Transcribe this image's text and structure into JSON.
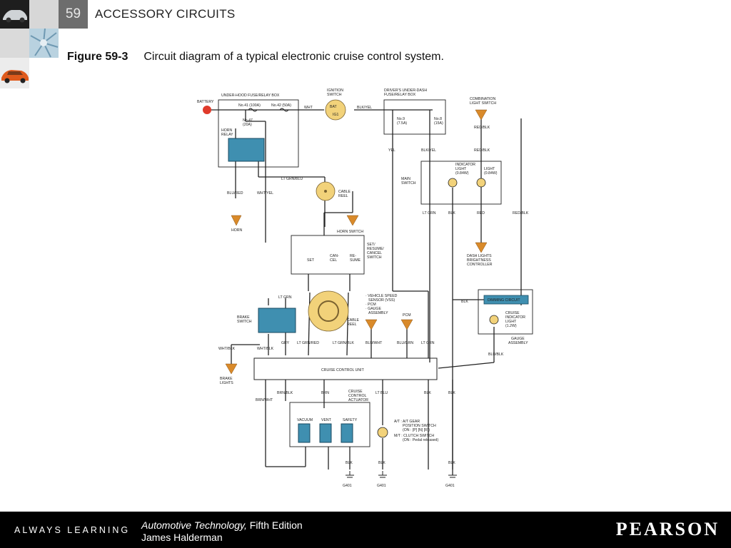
{
  "header": {
    "chapter_number": "59",
    "chapter_title": "ACCESSORY CIRCUITS"
  },
  "figure": {
    "label": "Figure 59-3",
    "caption": "Circuit diagram of a typical electronic cruise control system."
  },
  "diagram": {
    "battery": "BATTERY",
    "underhood_box": "UNDER-HOOD FUSE/RELAY BOX",
    "fuse_41": "No.41 (100A)",
    "fuse_42": "No.42 (50A)",
    "fuse_47_a": "No.47",
    "fuse_47_b": "(20A)",
    "horn_relay_a": "HORN",
    "horn_relay_b": "RELAY",
    "wht": "WHT",
    "ignition_a": "IGNITION",
    "ignition_b": "SWITCH",
    "bat": "BAT",
    "ig1": "IG1",
    "blk_yel": "BLK/YEL",
    "dash_box_a": "DRIVER'S UNDER-DASH",
    "dash_box_b": "FUSE/RELAY BOX",
    "fuse_9_a": "No.9",
    "fuse_9_b": "(7.5A)",
    "fuse_8_a": "No.8",
    "fuse_8_b": "(15A)",
    "combo_a": "COMBINATION",
    "combo_b": "LIGHT SWITCH",
    "red_blk": "RED/BLK",
    "yel": "YEL",
    "indicator_a": "INDICATOR",
    "indicator_b": "LIGHT",
    "indicator_c": "(0.84W)",
    "light_a": "LIGHT",
    "light_b": "(0.84W)",
    "main_a": "MAIN",
    "main_b": "SWITCH",
    "lt_grn": "LT GRN",
    "blk": "BLK",
    "red": "RED",
    "lt_grn_blu": "LT GRN/BLU",
    "blu_red": "BLU/RED",
    "wht_yel": "WHT/YEL",
    "horn": "HORN",
    "cable_reel_a": "CABLE",
    "cable_reel_b": "REEL",
    "horn_switch": "HORN SWITCH",
    "set_resume_a": "SET/",
    "set_resume_b": "RESUME/",
    "set_resume_c": "CANCEL",
    "set_resume_d": "SWITCH",
    "set": "SET",
    "can": "CAN-",
    "cel": "CEL",
    "re": "RE-",
    "sume": "SUME",
    "dash_lights_a": "DASH LIGHTS",
    "dash_lights_b": "BRIGHTNESS",
    "dash_lights_c": "CONTROLLER",
    "vss_a": "· VEHICLE SPEED",
    "vss_b": "SENSOR (VSS)",
    "vss_c": "· PCM",
    "vss_d": "· GAUGE",
    "vss_e": "ASSEMBLY",
    "pcm": "PCM",
    "dimming": "DIMMING CIRCUIT",
    "cruise_ind_a": "CRUISE",
    "cruise_ind_b": "INDICATOR",
    "cruise_ind_c": "LIGHT",
    "cruise_ind_d": "(1.2W)",
    "gauge_a": "GAUGE",
    "gauge_b": "ASSEMBLY",
    "brake_a": "BRAKE",
    "brake_b": "SWITCH",
    "gry": "GRY",
    "lt_grn_red": "LT GRN/RED",
    "lt_grn_blk": "LT GRN/BLK",
    "blu_wht": "BLU/WHT",
    "blu_grn": "BLU/GRN",
    "wht_blk": "WHT/BLK",
    "blu_blk": "BLU/BLK",
    "brake_lights_a": "BRAKE",
    "brake_lights_b": "LIGHTS",
    "ccu": "CRUISE CONTROL UNIT",
    "brn_blk": "BRN/BLK",
    "brn": "BRN",
    "lt_blu": "LT BLU",
    "brn_wht": "BRN/WHT",
    "actuator_a": "CRUISE",
    "actuator_b": "CONTROL",
    "actuator_c": "ACTUATOR",
    "vacuum": "VACUUM",
    "vent": "VENT",
    "safety": "SAFETY",
    "at_a": "A/T : A/T GEAR",
    "at_b": "POSITION SWITCH",
    "at_c": "(ON : [P] [N] [R])",
    "mt_a": "M/T : CLUTCH SWITCH",
    "mt_b": "(ON : Pedal released)",
    "g401": "G401"
  },
  "footer": {
    "tagline": "ALWAYS LEARNING",
    "book_title": "Automotive Technology,",
    "book_edition": " Fifth Edition",
    "author": "James Halderman",
    "publisher": "PEARSON"
  },
  "colors": {
    "component_blue": "#3f8fb0",
    "arrow_orange": "#d98a2a",
    "lamp_yellow": "#f2d27a",
    "battery_red": "#e03a2a",
    "footer_bg": "#000000",
    "chapter_box": "#6d6d6d"
  }
}
